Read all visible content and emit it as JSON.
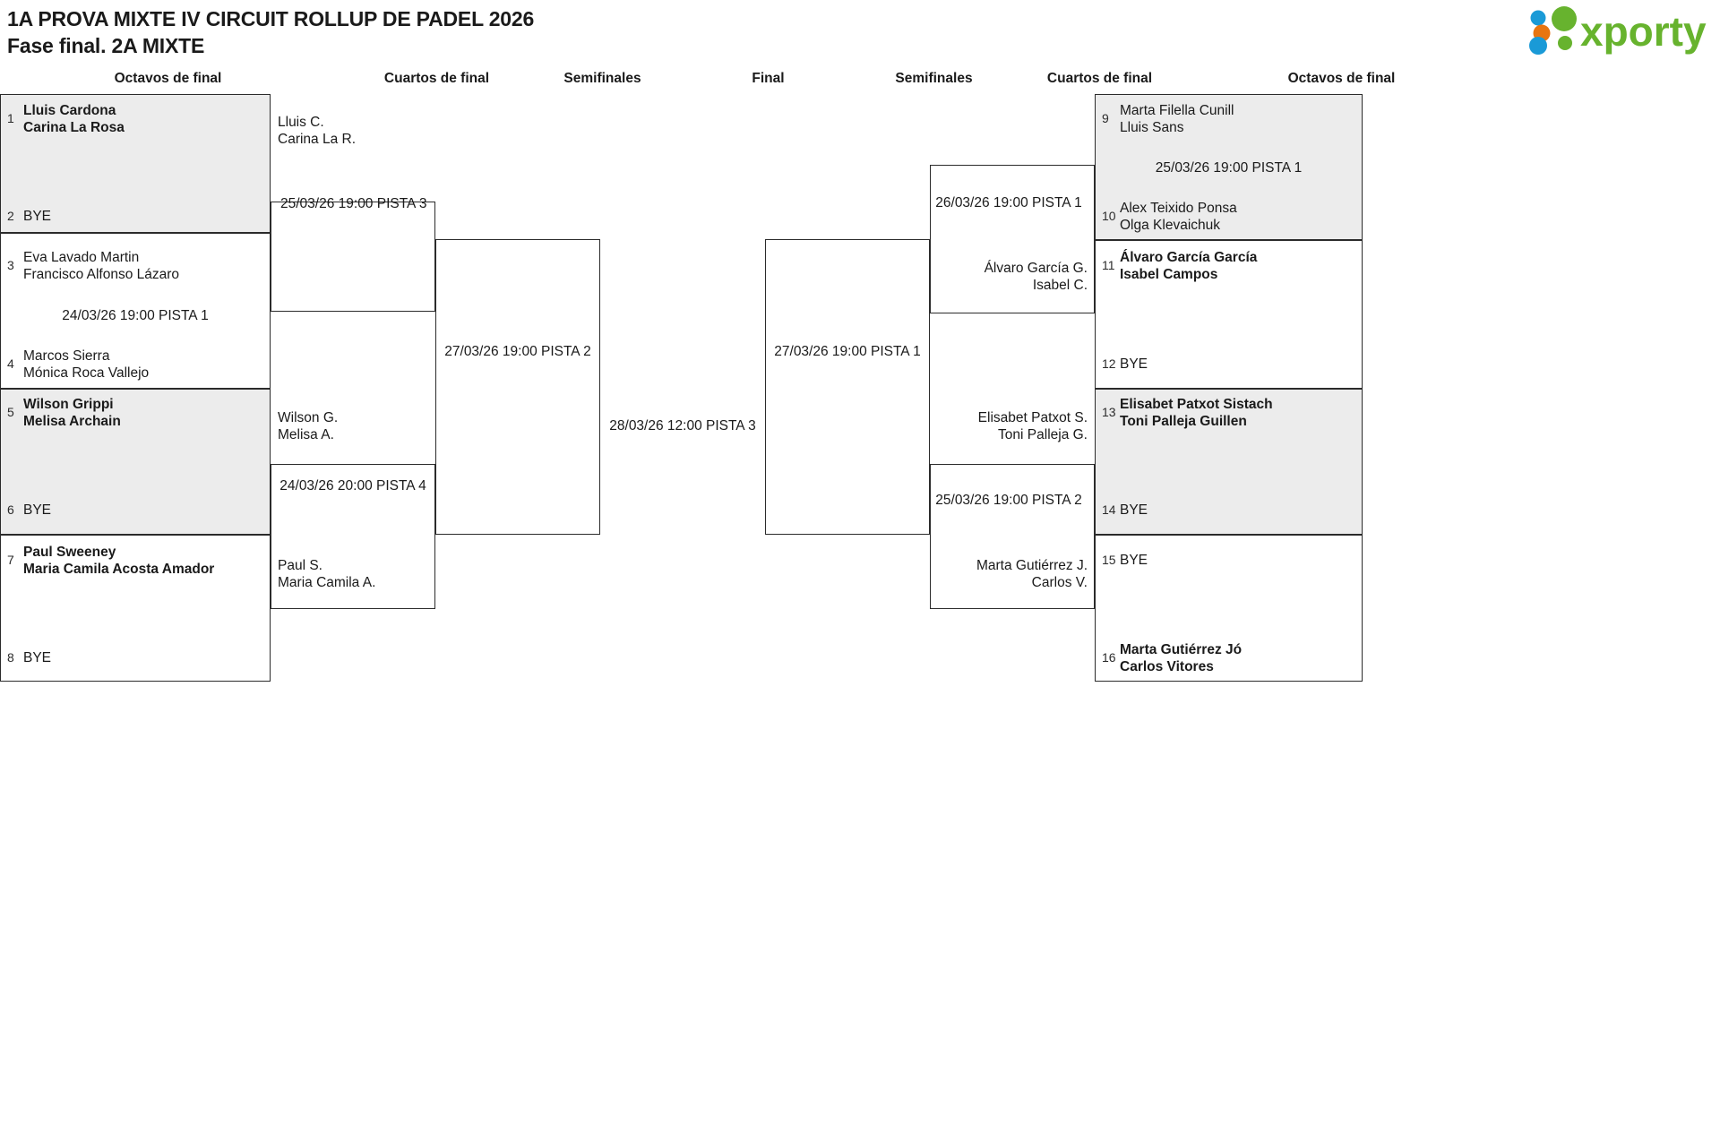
{
  "header": {
    "title_line1": "1A PROVA MIXTE IV CIRCUIT ROLLUP DE PADEL 2026",
    "title_line2": "Fase final. 2A MIXTE",
    "logo_text": "xporty",
    "logo_colors": {
      "green": "#67b32e",
      "blue": "#1a9ad7",
      "orange": "#e87511"
    }
  },
  "round_headers": {
    "left_r16": "Octavos de final",
    "left_qf": "Cuartos de final",
    "left_sf": "Semifinales",
    "final": "Final",
    "right_sf": "Semifinales",
    "right_qf": "Cuartos de final",
    "right_r16": "Octavos de final"
  },
  "left_r16": [
    {
      "seed_top": "1",
      "top_l1": "Lluis Cardona",
      "top_l2": "Carina La Rosa",
      "top_bold": true,
      "seed_bottom": "2",
      "bottom_l1": "BYE",
      "bottom_l2": "",
      "bottom_bold": false,
      "info": "",
      "shaded": true
    },
    {
      "seed_top": "3",
      "top_l1": "Eva Lavado Martin",
      "top_l2": "Francisco Alfonso Lázaro",
      "top_bold": false,
      "seed_bottom": "4",
      "bottom_l1": "Marcos Sierra",
      "bottom_l2": "Mónica Roca Vallejo",
      "bottom_bold": false,
      "info": "24/03/26 19:00 PISTA 1",
      "shaded": false
    },
    {
      "seed_top": "5",
      "top_l1": "Wilson Grippi",
      "top_l2": "Melisa Archain",
      "top_bold": true,
      "seed_bottom": "6",
      "bottom_l1": "BYE",
      "bottom_l2": "",
      "bottom_bold": false,
      "info": "",
      "shaded": true
    },
    {
      "seed_top": "7",
      "top_l1": "Paul Sweeney",
      "top_l2": "Maria Camila Acosta Amador",
      "top_bold": true,
      "seed_bottom": "8",
      "bottom_l1": "BYE",
      "bottom_l2": "",
      "bottom_bold": false,
      "info": "",
      "shaded": false
    }
  ],
  "right_r16": [
    {
      "seed_top": "9",
      "top_l1": "Marta Filella Cunill",
      "top_l2": "Lluis Sans",
      "top_bold": false,
      "seed_bottom": "10",
      "bottom_l1": "Alex Teixido Ponsa",
      "bottom_l2": "Olga Klevaichuk",
      "bottom_bold": false,
      "info": "25/03/26 19:00 PISTA 1",
      "shaded": true
    },
    {
      "seed_top": "11",
      "top_l1": "Álvaro García García",
      "top_l2": "Isabel Campos",
      "top_bold": true,
      "seed_bottom": "12",
      "bottom_l1": "BYE",
      "bottom_l2": "",
      "bottom_bold": false,
      "info": "",
      "shaded": false
    },
    {
      "seed_top": "13",
      "top_l1": "Elisabet Patxot Sistach",
      "top_l2": "Toni Palleja Guillen",
      "top_bold": true,
      "seed_bottom": "14",
      "bottom_l1": "BYE",
      "bottom_l2": "",
      "bottom_bold": false,
      "info": "",
      "shaded": true
    },
    {
      "seed_top": "15",
      "top_l1": "BYE",
      "top_l2": "",
      "top_bold": false,
      "seed_bottom": "16",
      "bottom_l1": "Marta Gutiérrez Jó",
      "bottom_l2": "Carlos Vitores",
      "bottom_bold": true,
      "info": "",
      "shaded": false
    }
  ],
  "left_qf": [
    {
      "top_l1": "Lluis C.",
      "top_l2": "Carina La R.",
      "bottom_l1": "",
      "bottom_l2": "",
      "info": "25/03/26 19:00 PISTA 3"
    },
    {
      "top_l1": "Wilson G.",
      "top_l2": "Melisa A.",
      "bottom_l1": "Paul S.",
      "bottom_l2": "Maria Camila A.",
      "info": "24/03/26 20:00 PISTA 4"
    }
  ],
  "right_qf": [
    {
      "top_l1": "",
      "top_l2": "",
      "bottom_l1": "Álvaro García G.",
      "bottom_l2": "Isabel C.",
      "info": "26/03/26 19:00 PISTA 1"
    },
    {
      "top_l1": "Elisabet Patxot S.",
      "top_l2": "Toni Palleja G.",
      "bottom_l1": "Marta Gutiérrez J.",
      "bottom_l2": "Carlos V.",
      "info": "25/03/26 19:00 PISTA 2"
    }
  ],
  "left_sf": {
    "info": "27/03/26 19:00 PISTA 2"
  },
  "right_sf": {
    "info": "27/03/26 19:00 PISTA 1"
  },
  "final": {
    "info": "28/03/26 12:00 PISTA 3"
  }
}
